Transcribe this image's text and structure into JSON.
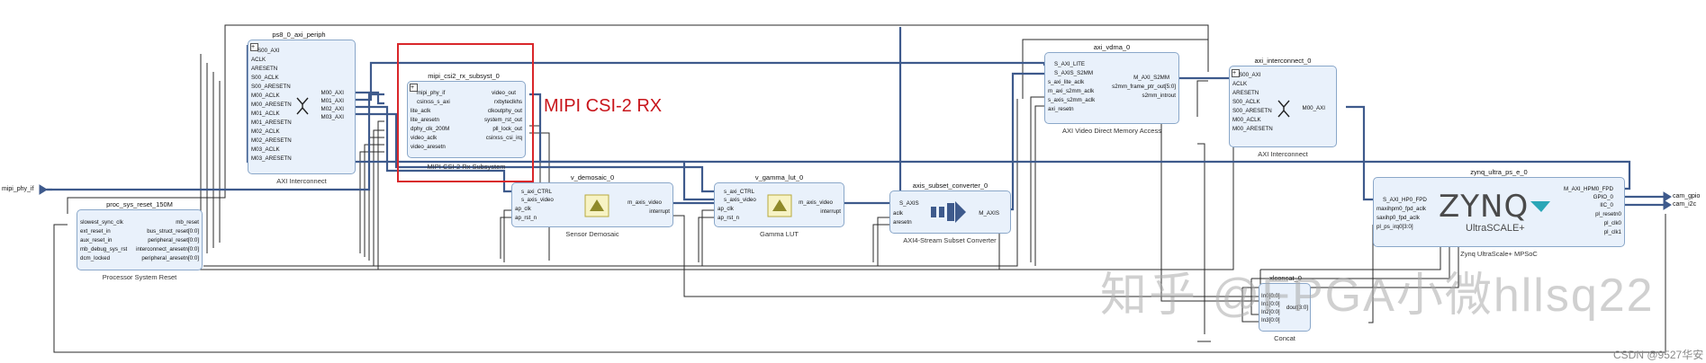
{
  "annotation": {
    "text": "MIPI CSI-2 RX"
  },
  "watermark": {
    "text": "知乎 @FPGA小微hllsq22"
  },
  "credit": {
    "text": "CSDN @9527华安"
  },
  "external_ports": {
    "in": "mipi_phy_if",
    "out1": "cam_gpio",
    "out2": "cam_i2c"
  },
  "blocks": {
    "ps8": {
      "name": "ps8_0_axi_periph",
      "subtitle": "AXI Interconnect",
      "ports_left": [
        "S00_AXI",
        "ACLK",
        "ARESETN",
        "S00_ACLK",
        "S00_ARESETN",
        "M00_ACLK",
        "M00_ARESETN",
        "M01_ACLK",
        "M01_ARESETN",
        "M02_ACLK",
        "M02_ARESETN",
        "M03_ACLK",
        "M03_ARESETN"
      ],
      "ports_right": [
        "M00_AXI",
        "M01_AXI",
        "M02_AXI",
        "M03_AXI"
      ]
    },
    "mipi": {
      "name": "mipi_csi2_rx_subsyst_0",
      "subtitle": "MIPI CSI-2 Rx Subsystem",
      "ports_left": [
        "mipi_phy_if",
        "csirxss_s_axi",
        "lite_aclk",
        "lite_aresetn",
        "dphy_clk_200M",
        "video_aclk",
        "video_aresetn"
      ],
      "ports_right": [
        "video_out",
        "rxbyteclkhs",
        "clkoutphy_out",
        "system_rst_out",
        "pll_lock_out",
        "csirxss_csi_irq"
      ]
    },
    "demosaic": {
      "name": "v_demosaic_0",
      "subtitle": "Sensor Demosaic",
      "ports_left": [
        "s_axi_CTRL",
        "s_axis_video",
        "ap_clk",
        "ap_rst_n"
      ],
      "ports_right": [
        "m_axis_video",
        "interrupt"
      ]
    },
    "gamma": {
      "name": "v_gamma_lut_0",
      "subtitle": "Gamma LUT",
      "ports_left": [
        "s_axi_CTRL",
        "s_axis_video",
        "ap_clk",
        "ap_rst_n"
      ],
      "ports_right": [
        "m_axis_video",
        "interrupt"
      ]
    },
    "subset": {
      "name": "axis_subset_converter_0",
      "subtitle": "AXI4-Stream Subset Converter",
      "ports_left": [
        "S_AXIS",
        "aclk",
        "aresetn"
      ],
      "ports_right": [
        "M_AXIS"
      ]
    },
    "vdma": {
      "name": "axi_vdma_0",
      "subtitle": "AXI Video Direct Memory Access",
      "ports_left": [
        "S_AXI_LITE",
        "S_AXIS_S2MM",
        "s_axi_lite_aclk",
        "m_axi_s2mm_aclk",
        "s_axis_s2mm_aclk",
        "axi_resetn"
      ],
      "ports_right": [
        "M_AXI_S2MM",
        "s2mm_frame_ptr_out[5:0]",
        "s2mm_introut"
      ]
    },
    "interconnect": {
      "name": "axi_interconnect_0",
      "subtitle": "AXI Interconnect",
      "ports_left": [
        "S00_AXI",
        "ACLK",
        "ARESETN",
        "S00_ACLK",
        "S00_ARESETN",
        "M00_ACLK",
        "M00_ARESETN"
      ],
      "ports_right": [
        "M00_AXI"
      ]
    },
    "zynq": {
      "name": "zynq_ultra_ps_e_0",
      "subtitle": "Zynq UltraScale+ MPSoC",
      "ports_left": [
        "S_AXI_HP0_FPD",
        "maxihpm0_fpd_aclk",
        "saxihp0_fpd_aclk",
        "pl_ps_irq0[3:0]"
      ],
      "ports_right": [
        "M_AXI_HPM0_FPD",
        "GPIO_0",
        "IIC_0",
        "pl_resetn0",
        "pl_clk0",
        "pl_clk1"
      ],
      "logo_main": "ZYNQ",
      "logo_sub": "UltraSCALE+"
    },
    "reset": {
      "name": "proc_sys_reset_150M",
      "subtitle": "Processor System Reset",
      "ports_left": [
        "slowest_sync_clk",
        "ext_reset_in",
        "aux_reset_in",
        "mb_debug_sys_rst",
        "dcm_locked"
      ],
      "ports_right": [
        "mb_reset",
        "bus_struct_reset[0:0]",
        "peripheral_reset[0:0]",
        "interconnect_aresetn[0:0]",
        "peripheral_aresetn[0:0]"
      ]
    },
    "concat": {
      "name": "xlconcat_0",
      "subtitle": "Concat",
      "ports_left": [
        "In0[0:0]",
        "In1[0:0]",
        "In2[0:0]",
        "In3[0:0]"
      ],
      "ports_right": [
        "dout[3:0]"
      ]
    }
  },
  "colors": {
    "block_fill": "#e9f1fb",
    "block_border": "#8aa7c9",
    "bus": "#3e5a8c",
    "wire": "#111111",
    "highlight": "#d9262a"
  }
}
